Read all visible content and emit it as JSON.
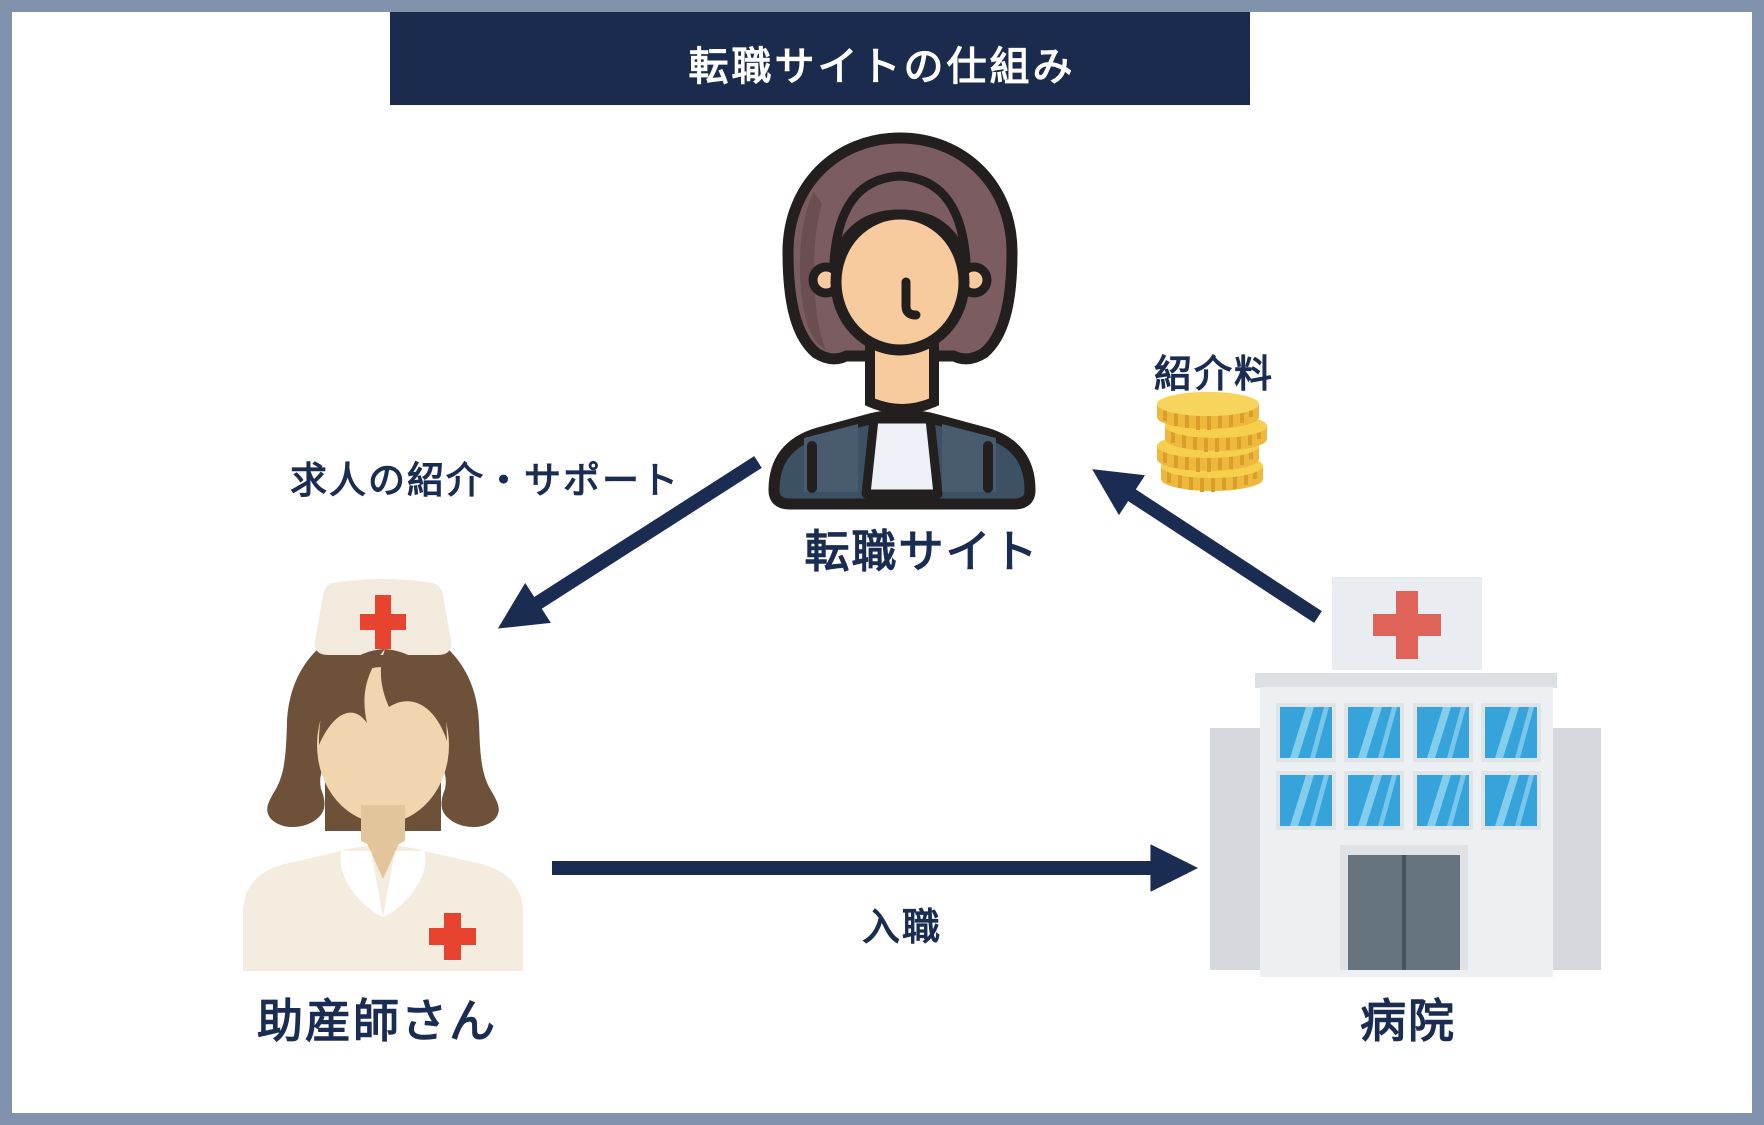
{
  "title": {
    "text": "転職サイトの仕組み"
  },
  "nodes": {
    "agency": {
      "label": "転職サイト",
      "icon": "businesswoman-avatar-icon"
    },
    "midwife": {
      "label": "助産師さん",
      "icon": "nurse-avatar-icon"
    },
    "hospital": {
      "label": "病院",
      "icon": "hospital-building-icon"
    }
  },
  "arrows": {
    "support": {
      "label": "求人の紹介・サポート",
      "from": "転職サイト",
      "to": "助産師さん"
    },
    "employment": {
      "label": "入職",
      "from": "助産師さん",
      "to": "病院"
    },
    "referral": {
      "label": "紹介料",
      "from": "病院",
      "to": "転職サイト",
      "icon": "coins-icon"
    }
  },
  "colors": {
    "navy": "#1a2c52",
    "banner_bg": "#1b2b4d",
    "frame_border": "#8193ac",
    "cross_red": "#e8432e",
    "hospital_cross_red": "#e0635a",
    "coin_gold": "#edb83b",
    "coin_top": "#f6cf4d",
    "window_blue": "#36a4da",
    "jacket_slate": "#3d5165",
    "background": "#ffffff"
  }
}
